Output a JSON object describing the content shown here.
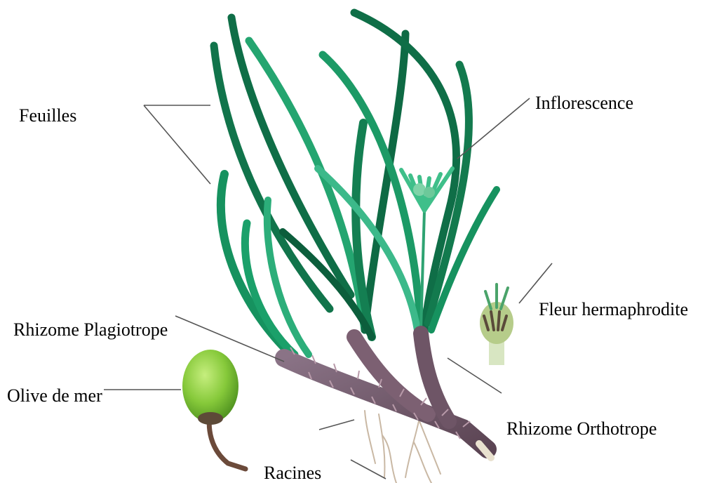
{
  "labels": {
    "feuilles": "Feuilles",
    "inflorescence": "Inflorescence",
    "fleur": "Fleur hermaphrodite",
    "rhizome_plagiotrope": "Rhizome Plagiotrope",
    "olive": "Olive de mer",
    "rhizome_orthotrope": "Rhizome Orthotrope",
    "racines": "Racines"
  },
  "colors": {
    "leaf_dark": "#0f6e47",
    "leaf_mid": "#16925f",
    "leaf_light": "#3cb98a",
    "rhizome": "#6e5566",
    "root": "#c9b8a4",
    "olive": "#8fcf3a",
    "leader_line": "#555555"
  }
}
